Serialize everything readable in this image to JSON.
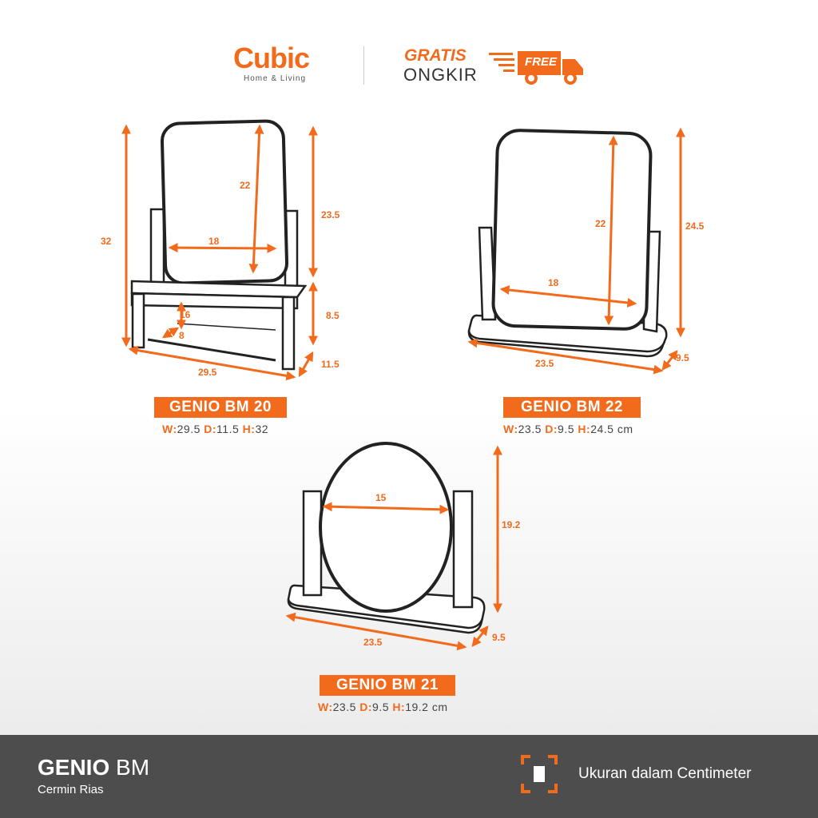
{
  "header": {
    "brand": "Cubic",
    "tagline": "Home & Living",
    "gratis": "GRATIS",
    "ongkir": "ONGKIR",
    "free_badge": "FREE"
  },
  "colors": {
    "accent": "#f26b1d",
    "footer_bg": "#4d4d4d",
    "outline": "#222222"
  },
  "products": [
    {
      "name": "GENIO BM 20",
      "w_label": "W:",
      "w": "29.5",
      "d_label": "D:",
      "d": "11.5",
      "h_label": "H:",
      "h": "32",
      "unit": "",
      "labels": {
        "height_total": "32",
        "mirror_h": "22",
        "mirror_w": "18",
        "upper_h": "23.5",
        "shelf_h": "8.5",
        "inner_h": "16",
        "inner_d": "8",
        "width": "29.5",
        "depth": "11.5"
      }
    },
    {
      "name": "GENIO BM 22",
      "w_label": "W:",
      "w": "23.5",
      "d_label": "D:",
      "d": "9.5",
      "h_label": "H:",
      "h": "24.5",
      "unit": "cm",
      "labels": {
        "mirror_h": "22",
        "mirror_w": "18",
        "height": "24.5",
        "width": "23.5",
        "depth": "9.5"
      }
    },
    {
      "name": "GENIO BM 21",
      "w_label": "W:",
      "w": "23.5",
      "d_label": "D:",
      "d": "9.5",
      "h_label": "H:",
      "h": "19.2",
      "unit": "cm",
      "labels": {
        "mirror_d": "15",
        "height": "19.2",
        "width": "23.5",
        "depth": "9.5"
      }
    }
  ],
  "footer": {
    "title_bold": "GENIO",
    "title_rest": "BM",
    "subtitle": "Cermin Rias",
    "note": "Ukuran dalam Centimeter",
    "note_icon": "measure-frame-icon"
  }
}
